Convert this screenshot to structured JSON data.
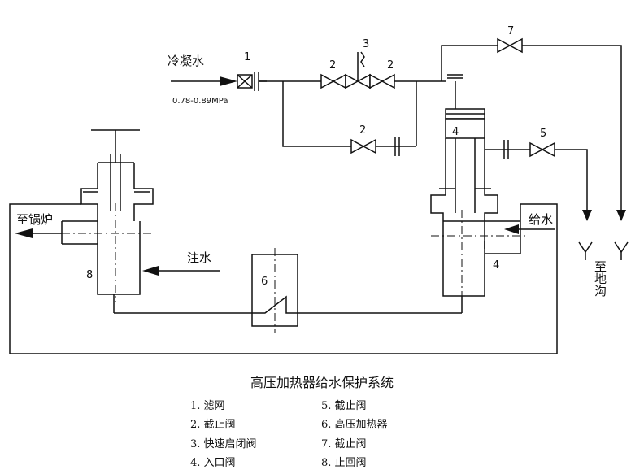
{
  "labels": {
    "inlet": "冷凝水",
    "pressure": "0.78-0.89MPa",
    "to_boiler": "至锅炉",
    "inject_water": "注水",
    "feed_water": "给水",
    "to_drain": "至地沟"
  },
  "callouts": {
    "n1": "1",
    "n2a": "2",
    "n2b": "2",
    "n2c": "2",
    "n3": "3",
    "n4a": "4",
    "n4b": "4",
    "n5": "5",
    "n6": "6",
    "n7": "7",
    "n8": "8"
  },
  "title": "高压加热器给水保护系统",
  "legend": [
    {
      "text": "1. 滤网"
    },
    {
      "text": "5. 截止阀"
    },
    {
      "text": "2. 截止阀"
    },
    {
      "text": "6. 高压加热器"
    },
    {
      "text": "3. 快速启闭阀"
    },
    {
      "text": "7. 截止阀"
    },
    {
      "text": "4. 入口阀"
    },
    {
      "text": "8. 止回阀"
    }
  ]
}
